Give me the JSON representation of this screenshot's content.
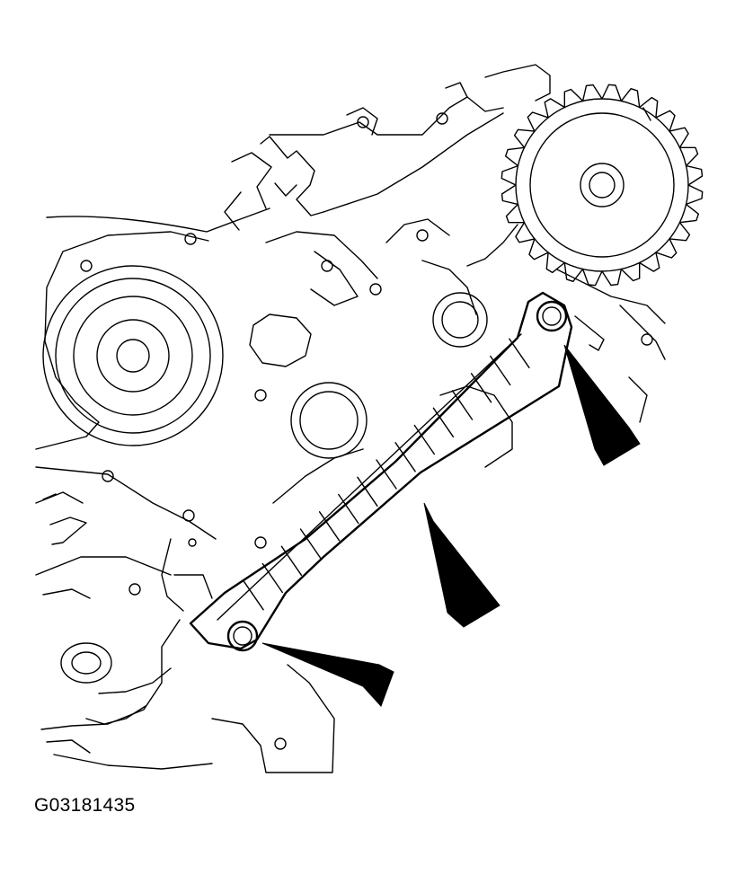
{
  "figure": {
    "id_label": "G03181435",
    "line_color": "#000000",
    "background": "#ffffff"
  },
  "parts": [
    {
      "name": "camshaft-sprocket",
      "icon": "gear-icon"
    },
    {
      "name": "water-pump-pulley",
      "icon": "pulley-icon"
    },
    {
      "name": "timing-chain-guide",
      "icon": "chain-guide-icon"
    },
    {
      "name": "guide-bolt-upper",
      "icon": "bolt-icon"
    },
    {
      "name": "guide-bolt-lower",
      "icon": "bolt-icon"
    }
  ],
  "callouts": [
    {
      "name": "arrow-upper-bolt",
      "points_to": "guide-bolt-upper"
    },
    {
      "name": "arrow-guide",
      "points_to": "timing-chain-guide"
    },
    {
      "name": "arrow-lower-bolt",
      "points_to": "guide-bolt-lower"
    }
  ]
}
